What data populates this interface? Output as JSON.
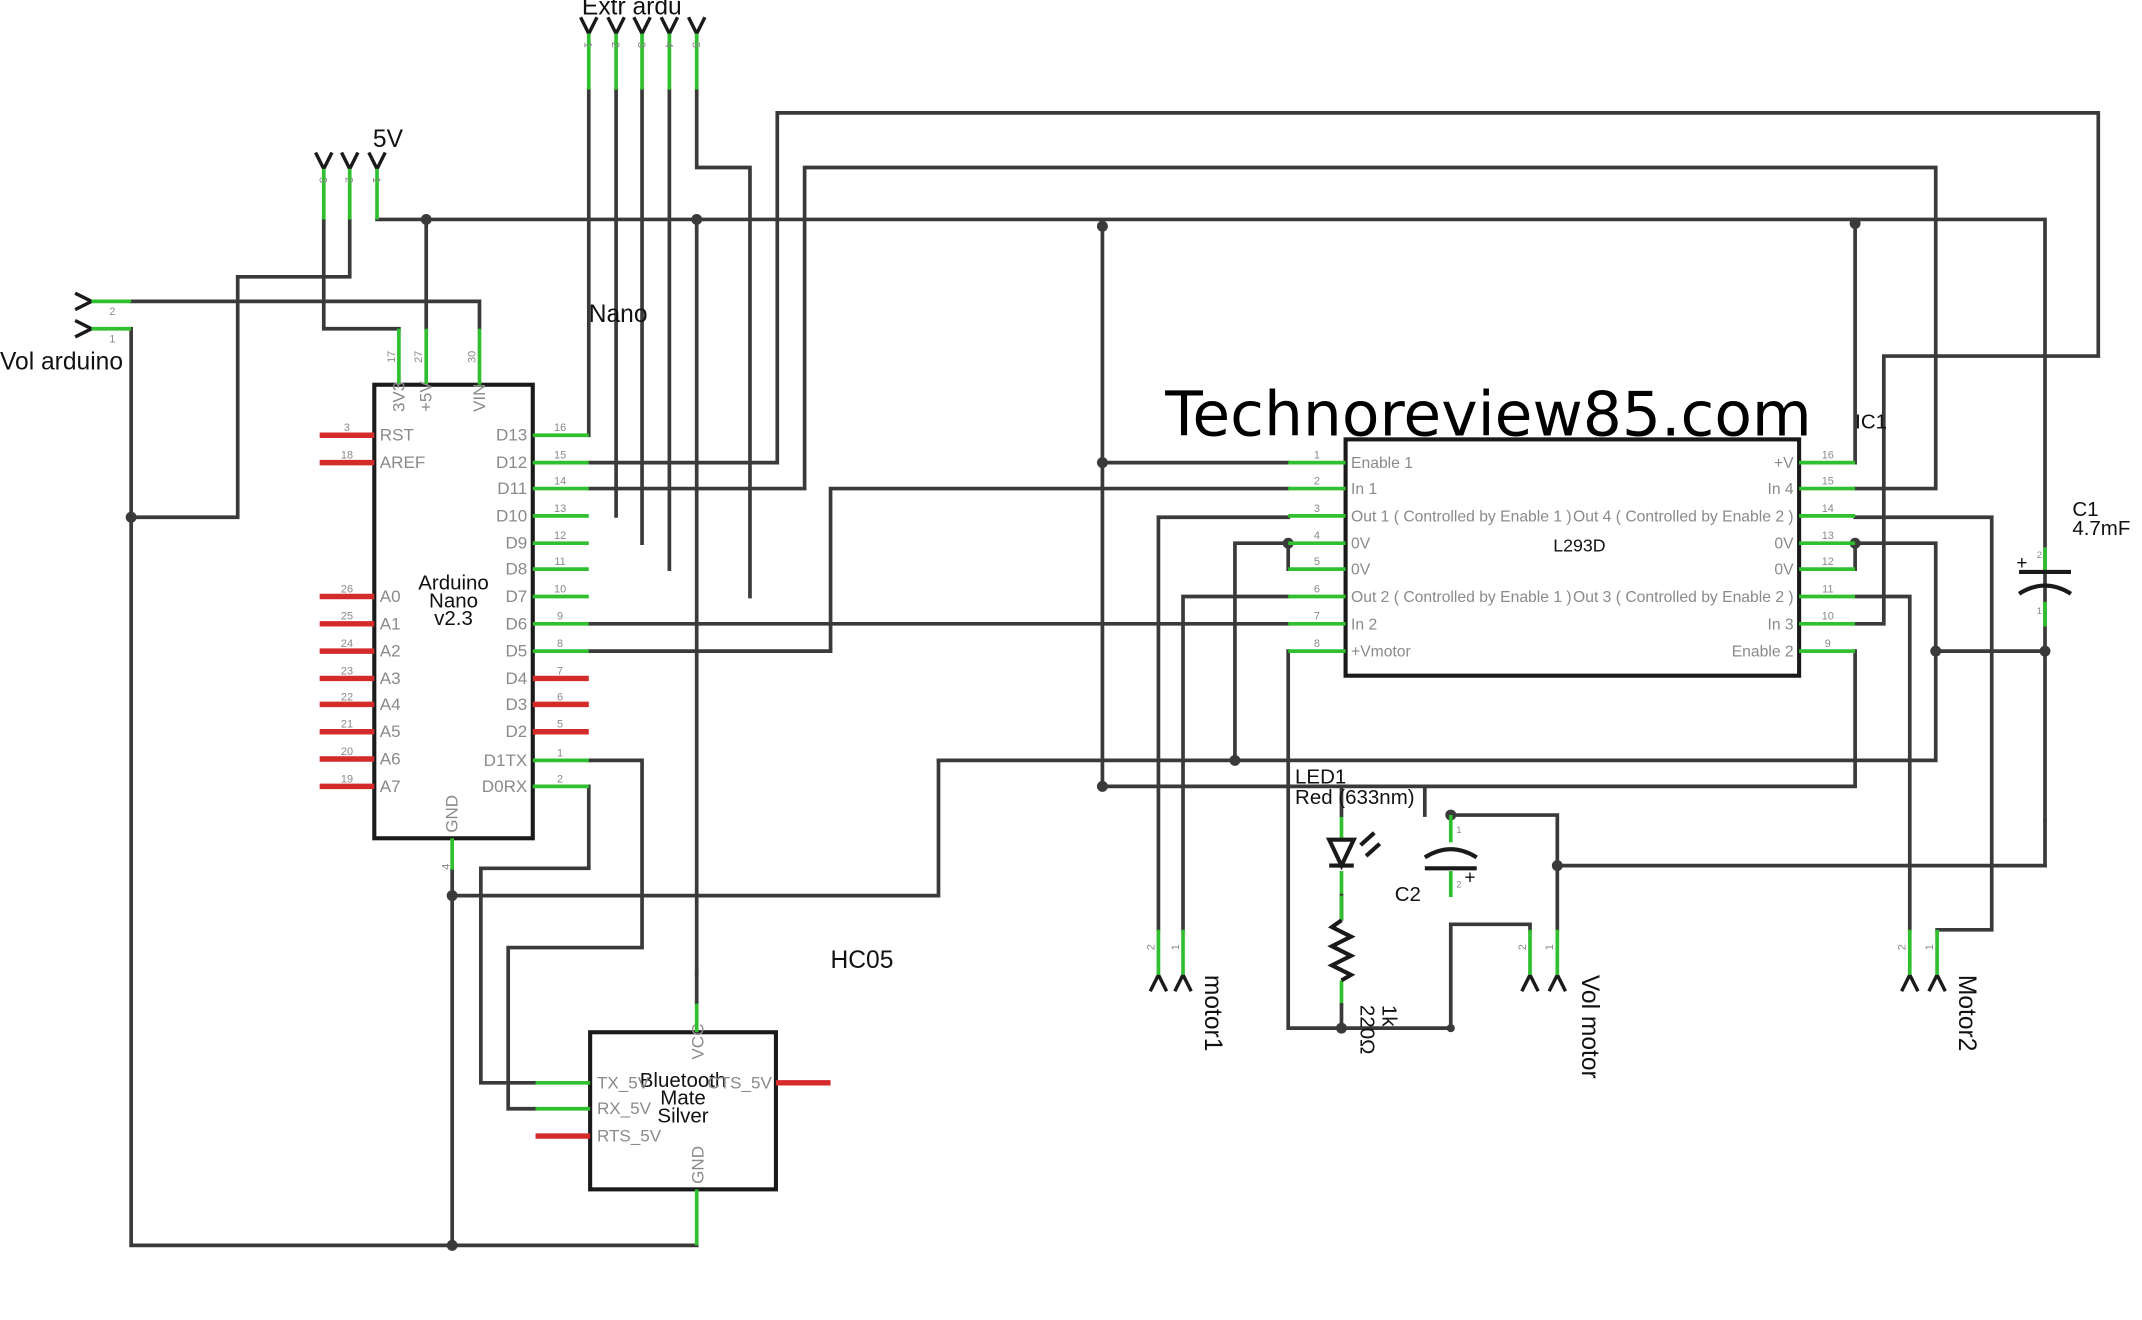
{
  "labels": {
    "extr_ardu": "Extr ardu",
    "five_v": "5V",
    "vol_arduino": "Vol arduino",
    "nano": "Nano",
    "arduino_title": [
      "Arduino",
      "Nano",
      "v2.3"
    ],
    "hc05": "HC05",
    "bt_title": [
      "Bluetooth",
      "Mate",
      "Silver"
    ],
    "watermark": "Technoreview85.com",
    "ic1": "IC1",
    "l293d": "L293D",
    "c1": "C1",
    "c1_value": "4.7mF",
    "led1": "LED1",
    "led1_value": "Red (633nm)",
    "c2": "C2",
    "r_value_1": "1k",
    "r_value_2": "220Ω",
    "motor1": "motor1",
    "vol_motor": "Vol motor",
    "motor2": "Motor2",
    "plus": "+"
  },
  "arduino": {
    "top_pins": [
      {
        "name": "3V3",
        "num": "17"
      },
      {
        "name": "+5V",
        "num": "27"
      },
      {
        "name": "VIN",
        "num": "30"
      }
    ],
    "left_pins": [
      {
        "name": "RST",
        "num": "3"
      },
      {
        "name": "AREF",
        "num": "18"
      },
      {
        "name": "A0",
        "num": "26"
      },
      {
        "name": "A1",
        "num": "25"
      },
      {
        "name": "A2",
        "num": "24"
      },
      {
        "name": "A3",
        "num": "23"
      },
      {
        "name": "A4",
        "num": "22"
      },
      {
        "name": "A5",
        "num": "21"
      },
      {
        "name": "A6",
        "num": "20"
      },
      {
        "name": "A7",
        "num": "19"
      }
    ],
    "right_pins": [
      {
        "name": "D13",
        "num": "16"
      },
      {
        "name": "D12",
        "num": "15"
      },
      {
        "name": "D11",
        "num": "14"
      },
      {
        "name": "D10",
        "num": "13"
      },
      {
        "name": "D9",
        "num": "12"
      },
      {
        "name": "D8",
        "num": "11"
      },
      {
        "name": "D7",
        "num": "10"
      },
      {
        "name": "D6",
        "num": "9"
      },
      {
        "name": "D5",
        "num": "8"
      },
      {
        "name": "D4",
        "num": "7"
      },
      {
        "name": "D3",
        "num": "6"
      },
      {
        "name": "D2",
        "num": "5"
      },
      {
        "name": "D1TX",
        "num": "1"
      },
      {
        "name": "D0RX",
        "num": "2"
      }
    ],
    "gnd_pin": {
      "name": "GND",
      "num": "4"
    }
  },
  "l293d": {
    "left_pins": [
      {
        "name": "Enable 1",
        "num": "1"
      },
      {
        "name": "In 1",
        "num": "2"
      },
      {
        "name": "Out 1 ( Controlled by Enable 1 )",
        "num": "3"
      },
      {
        "name": "0V",
        "num": "4"
      },
      {
        "name": "0V",
        "num": "5"
      },
      {
        "name": "Out 2 ( Controlled by Enable 1 )",
        "num": "6"
      },
      {
        "name": "In 2",
        "num": "7"
      },
      {
        "name": "+Vmotor",
        "num": "8"
      }
    ],
    "right_pins": [
      {
        "name": "+V",
        "num": "16"
      },
      {
        "name": "In 4",
        "num": "15"
      },
      {
        "name": "Out 4 ( Controlled by Enable 2 )",
        "num": "14"
      },
      {
        "name": "0V",
        "num": "13"
      },
      {
        "name": "0V",
        "num": "12"
      },
      {
        "name": "Out 3 ( Controlled by Enable 2 )",
        "num": "11"
      },
      {
        "name": "In 3",
        "num": "10"
      },
      {
        "name": "Enable 2",
        "num": "9"
      }
    ]
  },
  "bluetooth": {
    "left_pins": [
      "TX_5V",
      "RX_5V",
      "RTS_5V"
    ],
    "right_pin": "CTS_5V",
    "vcc": "VCC",
    "gnd": "GND"
  },
  "connectors": {
    "extr_ardu_pins": [
      "1",
      "2",
      "3",
      "4",
      "5"
    ],
    "five_v_pins": [
      "3",
      "2",
      "1"
    ],
    "vol_arduino_pins": [
      "2",
      "1"
    ],
    "motor1_pins": [
      "2",
      "1"
    ],
    "vol_motor_pins": [
      "2",
      "1"
    ],
    "motor2_pins": [
      "2",
      "1"
    ]
  }
}
